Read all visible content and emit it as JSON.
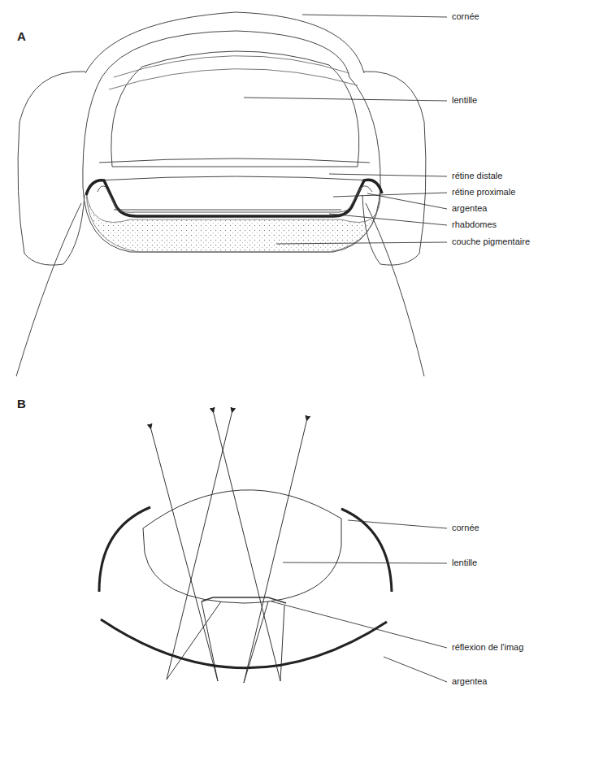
{
  "diagram": {
    "labels": [
      "A",
      "cornée",
      "lentille",
      "rétine distale",
      "rétine proximale",
      "argentea",
      "rhabdomes",
      "couche pigmentaire",
      "B",
      "cornée",
      "lentille",
      "réflexion de l'imag",
      "argentea"
    ]
  }
}
